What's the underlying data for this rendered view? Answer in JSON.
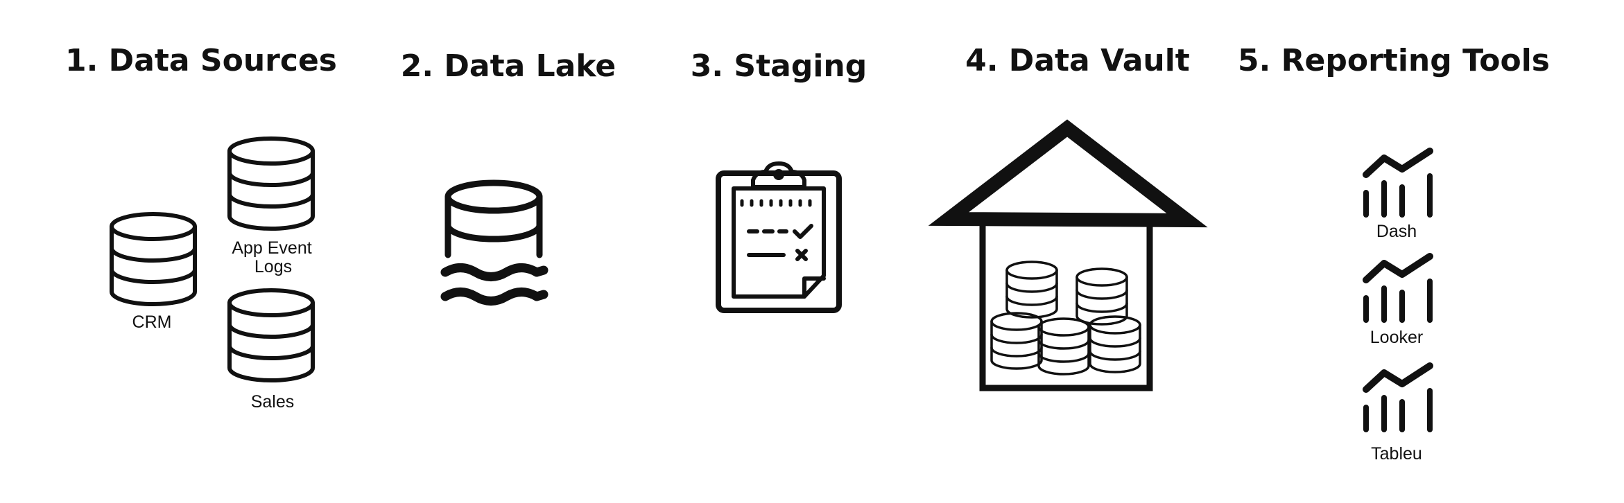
{
  "stages": [
    {
      "title": "1. Data Sources",
      "items": [
        "CRM",
        "App Event",
        "Logs",
        "Sales"
      ]
    },
    {
      "title": "2. Data Lake"
    },
    {
      "title": "3. Staging"
    },
    {
      "title": "4. Data Vault"
    },
    {
      "title": "5. Reporting Tools",
      "items": [
        "Dash",
        "Looker",
        "Tableu"
      ]
    }
  ],
  "colors": {
    "ink": "#111111",
    "background": "#ffffff"
  }
}
